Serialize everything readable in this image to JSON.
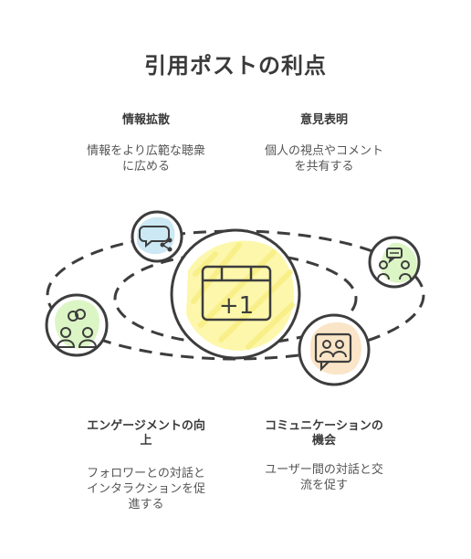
{
  "title": "引用ポストの利点",
  "benefits": [
    {
      "heading": "情報拡散",
      "desc_lines": [
        "情報をより広範な聴衆",
        "に広める"
      ]
    },
    {
      "heading": "意見表明",
      "desc_lines": [
        "個人の視点やコメント",
        "を共有する"
      ]
    },
    {
      "heading_lines": [
        "エンゲージメントの向",
        "上"
      ],
      "desc_lines": [
        "フォロワーとの対話と",
        "インタラクションを促",
        "進する"
      ]
    },
    {
      "heading_lines": [
        "コミュニケーションの",
        "機会"
      ],
      "desc_lines": [
        "ユーザー間の対話と交",
        "流を促す"
      ]
    }
  ],
  "center_label": "+1",
  "icons": {
    "top_left": "chat-share-icon",
    "right": "people-discussion-icon",
    "left": "users-group-icon",
    "bottom_right": "meeting-screen-icon",
    "center": "calendar-plus-one-icon"
  },
  "colors": {
    "stroke": "#3d3d3d",
    "yellow": "#fdf6a3",
    "blue": "#cce8f4",
    "green": "#dcf5c5",
    "peach": "#fbe5c8"
  }
}
